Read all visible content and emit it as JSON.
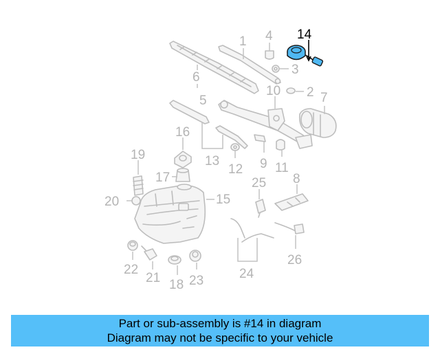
{
  "diagram": {
    "highlighted_part": "14",
    "callouts": [
      {
        "id": "c1",
        "label": "1"
      },
      {
        "id": "c2",
        "label": "2"
      },
      {
        "id": "c3",
        "label": "3"
      },
      {
        "id": "c4",
        "label": "4"
      },
      {
        "id": "c5",
        "label": "5"
      },
      {
        "id": "c6",
        "label": "6"
      },
      {
        "id": "c7",
        "label": "7"
      },
      {
        "id": "c8",
        "label": "8"
      },
      {
        "id": "c9",
        "label": "9"
      },
      {
        "id": "c10",
        "label": "10"
      },
      {
        "id": "c11",
        "label": "11"
      },
      {
        "id": "c12",
        "label": "12"
      },
      {
        "id": "c13",
        "label": "13"
      },
      {
        "id": "c14",
        "label": "14"
      },
      {
        "id": "c15",
        "label": "15"
      },
      {
        "id": "c16",
        "label": "16"
      },
      {
        "id": "c17",
        "label": "17"
      },
      {
        "id": "c18",
        "label": "18"
      },
      {
        "id": "c19",
        "label": "19"
      },
      {
        "id": "c20",
        "label": "20"
      },
      {
        "id": "c21",
        "label": "21"
      },
      {
        "id": "c22",
        "label": "22"
      },
      {
        "id": "c23",
        "label": "23"
      },
      {
        "id": "c24",
        "label": "24"
      },
      {
        "id": "c25",
        "label": "25"
      },
      {
        "id": "c26",
        "label": "26"
      }
    ],
    "colors": {
      "callout": "#b4b4b4",
      "highlight": "#000000",
      "part_highlight": "#4fb8f2",
      "banner": "#55bff9"
    }
  },
  "banner": {
    "line1": "Part or sub-assembly is #14 in diagram",
    "line2": "Diagram may not be specific to your vehicle"
  }
}
